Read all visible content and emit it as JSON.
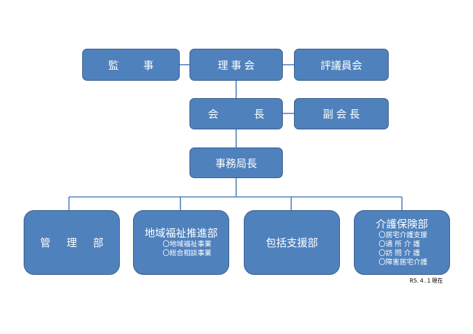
{
  "boards": {
    "auditor": "監　事",
    "board": "理事会",
    "councilors": "評議員会"
  },
  "executives": {
    "chairman": "会　長",
    "vice_chairman": "副会長"
  },
  "office": {
    "director": "事務局長"
  },
  "departments": {
    "management": {
      "title": "管　理　部"
    },
    "welfare": {
      "title": "地域福祉推進部",
      "items": [
        "〇地域福祉事業",
        "〇総合相談事業"
      ]
    },
    "support": {
      "title": "包括支援部"
    },
    "care": {
      "title": "介護保険部",
      "items": [
        "〇居宅介護支援",
        "〇通 所 介 護",
        "〇訪 問 介 護",
        "〇障害居宅介護"
      ]
    }
  },
  "footnote": "R5.４.１現在",
  "colors": {
    "box_fill": "#4f81bd",
    "box_border": "#385d8a",
    "line": "#4f81bd"
  }
}
